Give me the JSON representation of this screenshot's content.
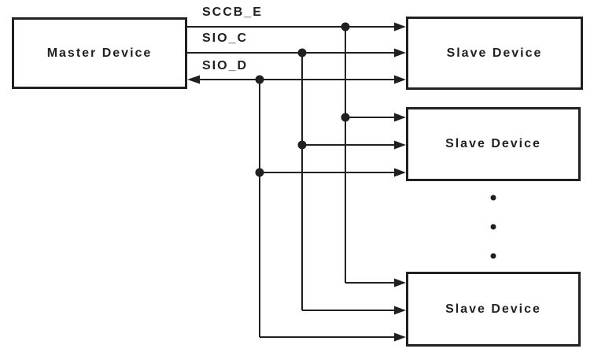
{
  "diagram": {
    "type": "block-diagram",
    "master": {
      "label": "Master Device"
    },
    "signals": [
      {
        "name": "SCCB_E"
      },
      {
        "name": "SIO_C"
      },
      {
        "name": "SIO_D"
      }
    ],
    "slaves": [
      {
        "label": "Slave Device"
      },
      {
        "label": "Slave Device"
      },
      {
        "label": "Slave Device"
      }
    ],
    "ellipsis_between_slaves": "more slave devices implied by three vertical dots",
    "colors": {
      "line": "#231f20",
      "text": "#231f20",
      "background": "#ffffff"
    }
  }
}
